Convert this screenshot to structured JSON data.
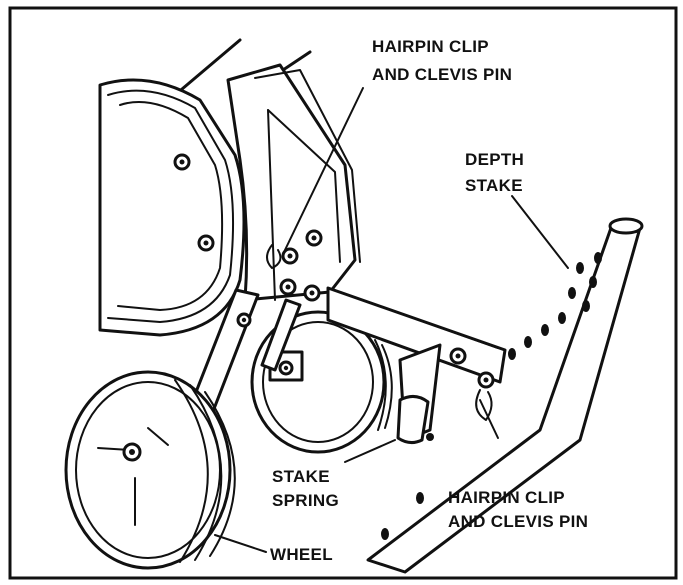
{
  "labels": {
    "hairpin_top": [
      "HAIRPIN CLIP",
      "AND CLEVIS PIN"
    ],
    "depth_stake": [
      "DEPTH",
      "STAKE"
    ],
    "stake_spring": [
      "STAKE",
      "SPRING"
    ],
    "hairpin_bottom": [
      "HAIRPIN CLIP",
      "AND CLEVIS PIN"
    ],
    "wheel": "WHEEL"
  },
  "colors": {
    "ink": "#111111",
    "paper": "#ffffff"
  }
}
